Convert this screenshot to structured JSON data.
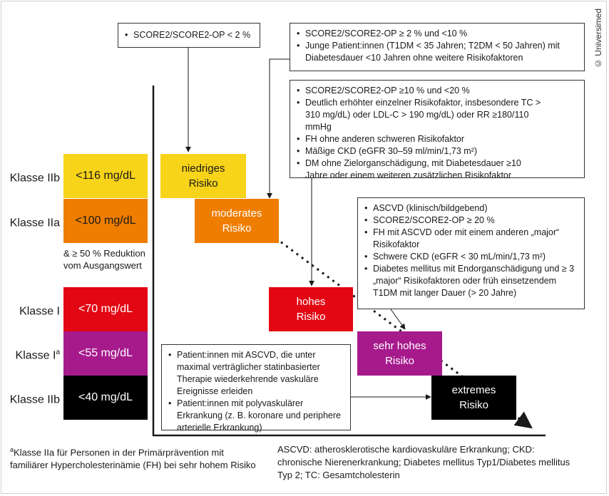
{
  "copyright": "© Universimed",
  "classes": [
    {
      "label": "Klasse IIb",
      "sup": "",
      "value": "<116 mg/dL",
      "color": "#f7d319",
      "text_color": "#1a1a1a"
    },
    {
      "label": "Klasse IIa",
      "sup": "",
      "value": "<100 mg/dL",
      "color": "#ef7d00",
      "text_color": "#1a1a1a"
    },
    {
      "label": "Klasse I",
      "sup": "",
      "value": "<70 mg/dL",
      "color": "#e30613",
      "text_color": "#ffffff"
    },
    {
      "label": "Klasse I",
      "sup": "a",
      "value": "<55 mg/dL",
      "color": "#a61a8c",
      "text_color": "#ffffff"
    },
    {
      "label": "Klasse IIb",
      "sup": "",
      "value": "<40 mg/dL",
      "color": "#000000",
      "text_color": "#ffffff"
    }
  ],
  "reduction_note": "& ≥ 50 % Reduktion\nvom Ausgangswert",
  "risk_levels": [
    {
      "label": "niedriges\nRisiko",
      "color": "#f7d319",
      "text_color": "#1a1a1a"
    },
    {
      "label": "moderates\nRisiko",
      "color": "#ef7d00",
      "text_color": "#ffffff"
    },
    {
      "label": "hohes\nRisiko",
      "color": "#e30613",
      "text_color": "#ffffff"
    },
    {
      "label": "sehr hohes\nRisiko",
      "color": "#a61a8c",
      "text_color": "#ffffff"
    },
    {
      "label": "extremes\nRisiko",
      "color": "#000000",
      "text_color": "#ffffff"
    }
  ],
  "criteria": {
    "low": [
      "SCORE2/SCORE2-OP < 2 %"
    ],
    "moderate": [
      "SCORE2/SCORE2-OP ≥ 2 % und <10 %",
      "Junge Patient:innen (T1DM < 35 Jahren; T2DM < 50 Jahren) mit Diabetesdauer <10 Jahren ohne weitere Risikofaktoren"
    ],
    "high": [
      "SCORE2/SCORE2-OP ≥10 % und <20 %",
      "Deutlich erhöhter einzelner Risikofaktor, insbesondere TC > 310 mg/dL) oder LDL-C > 190 mg/dL) oder RR ≥180/110 mmHg",
      "FH ohne anderen schweren Risikofaktor",
      "Mäßige CKD (eGFR 30–59 ml/min/1,73 m²)",
      "DM ohne Zielorganschädigung, mit Diabetesdauer ≥10 Jahre oder einem weiteren zusätzlichen Risikofaktor"
    ],
    "very_high": [
      "ASCVD (klinisch/bildgebend)",
      "SCORE2/SCORE2-OP ≥ 20 %",
      "FH mit ASCVD oder mit einem anderen „major“ Risikofaktor",
      "Schwere CKD (eGFR < 30 mL/min/1,73 m²)",
      "Diabetes mellitus mit Endorganschädigung und ≥ 3 „major“ Risikofaktoren oder früh einsetzendem T1DM mit langer Dauer (> 20 Jahre)"
    ],
    "extreme": [
      "Patient:innen mit ASCVD, die unter maximal verträglicher statinbasierter Therapie wiederkehrende vaskuläre Ereignisse erleiden",
      "Patient:innen mit polyvaskulärer Erkrankung (z. B. koronare und periphere arterielle Erkrankung)"
    ]
  },
  "footnote_sup": "a",
  "footnote": "Klasse IIa für Personen in der Primärprävention mit familiärer Hypercholesterinämie (FH) bei sehr hohem Risiko",
  "abbreviations": "ASCVD: atherosklerotische kardiovaskuläre Erkrankung; CKD: chronische Nierenerkrankung; Diabetes mellitus Typ1/Diabetes mellitus Typ 2; TC: Gesamtcholesterin"
}
